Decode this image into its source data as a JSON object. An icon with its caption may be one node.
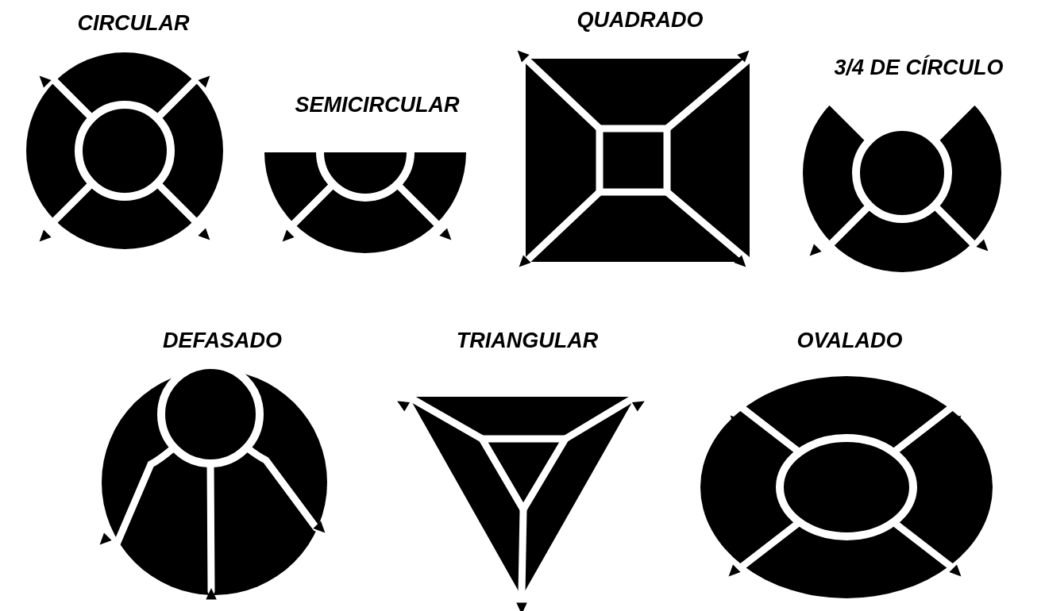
{
  "diagram": {
    "labels": [
      "CIRCULAR",
      "SEMICIRCULAR",
      "QUADRADO",
      "3/4 DE CÍRCULO",
      "DEFASADO",
      "TRIANGULAR",
      "OVALADO"
    ]
  }
}
